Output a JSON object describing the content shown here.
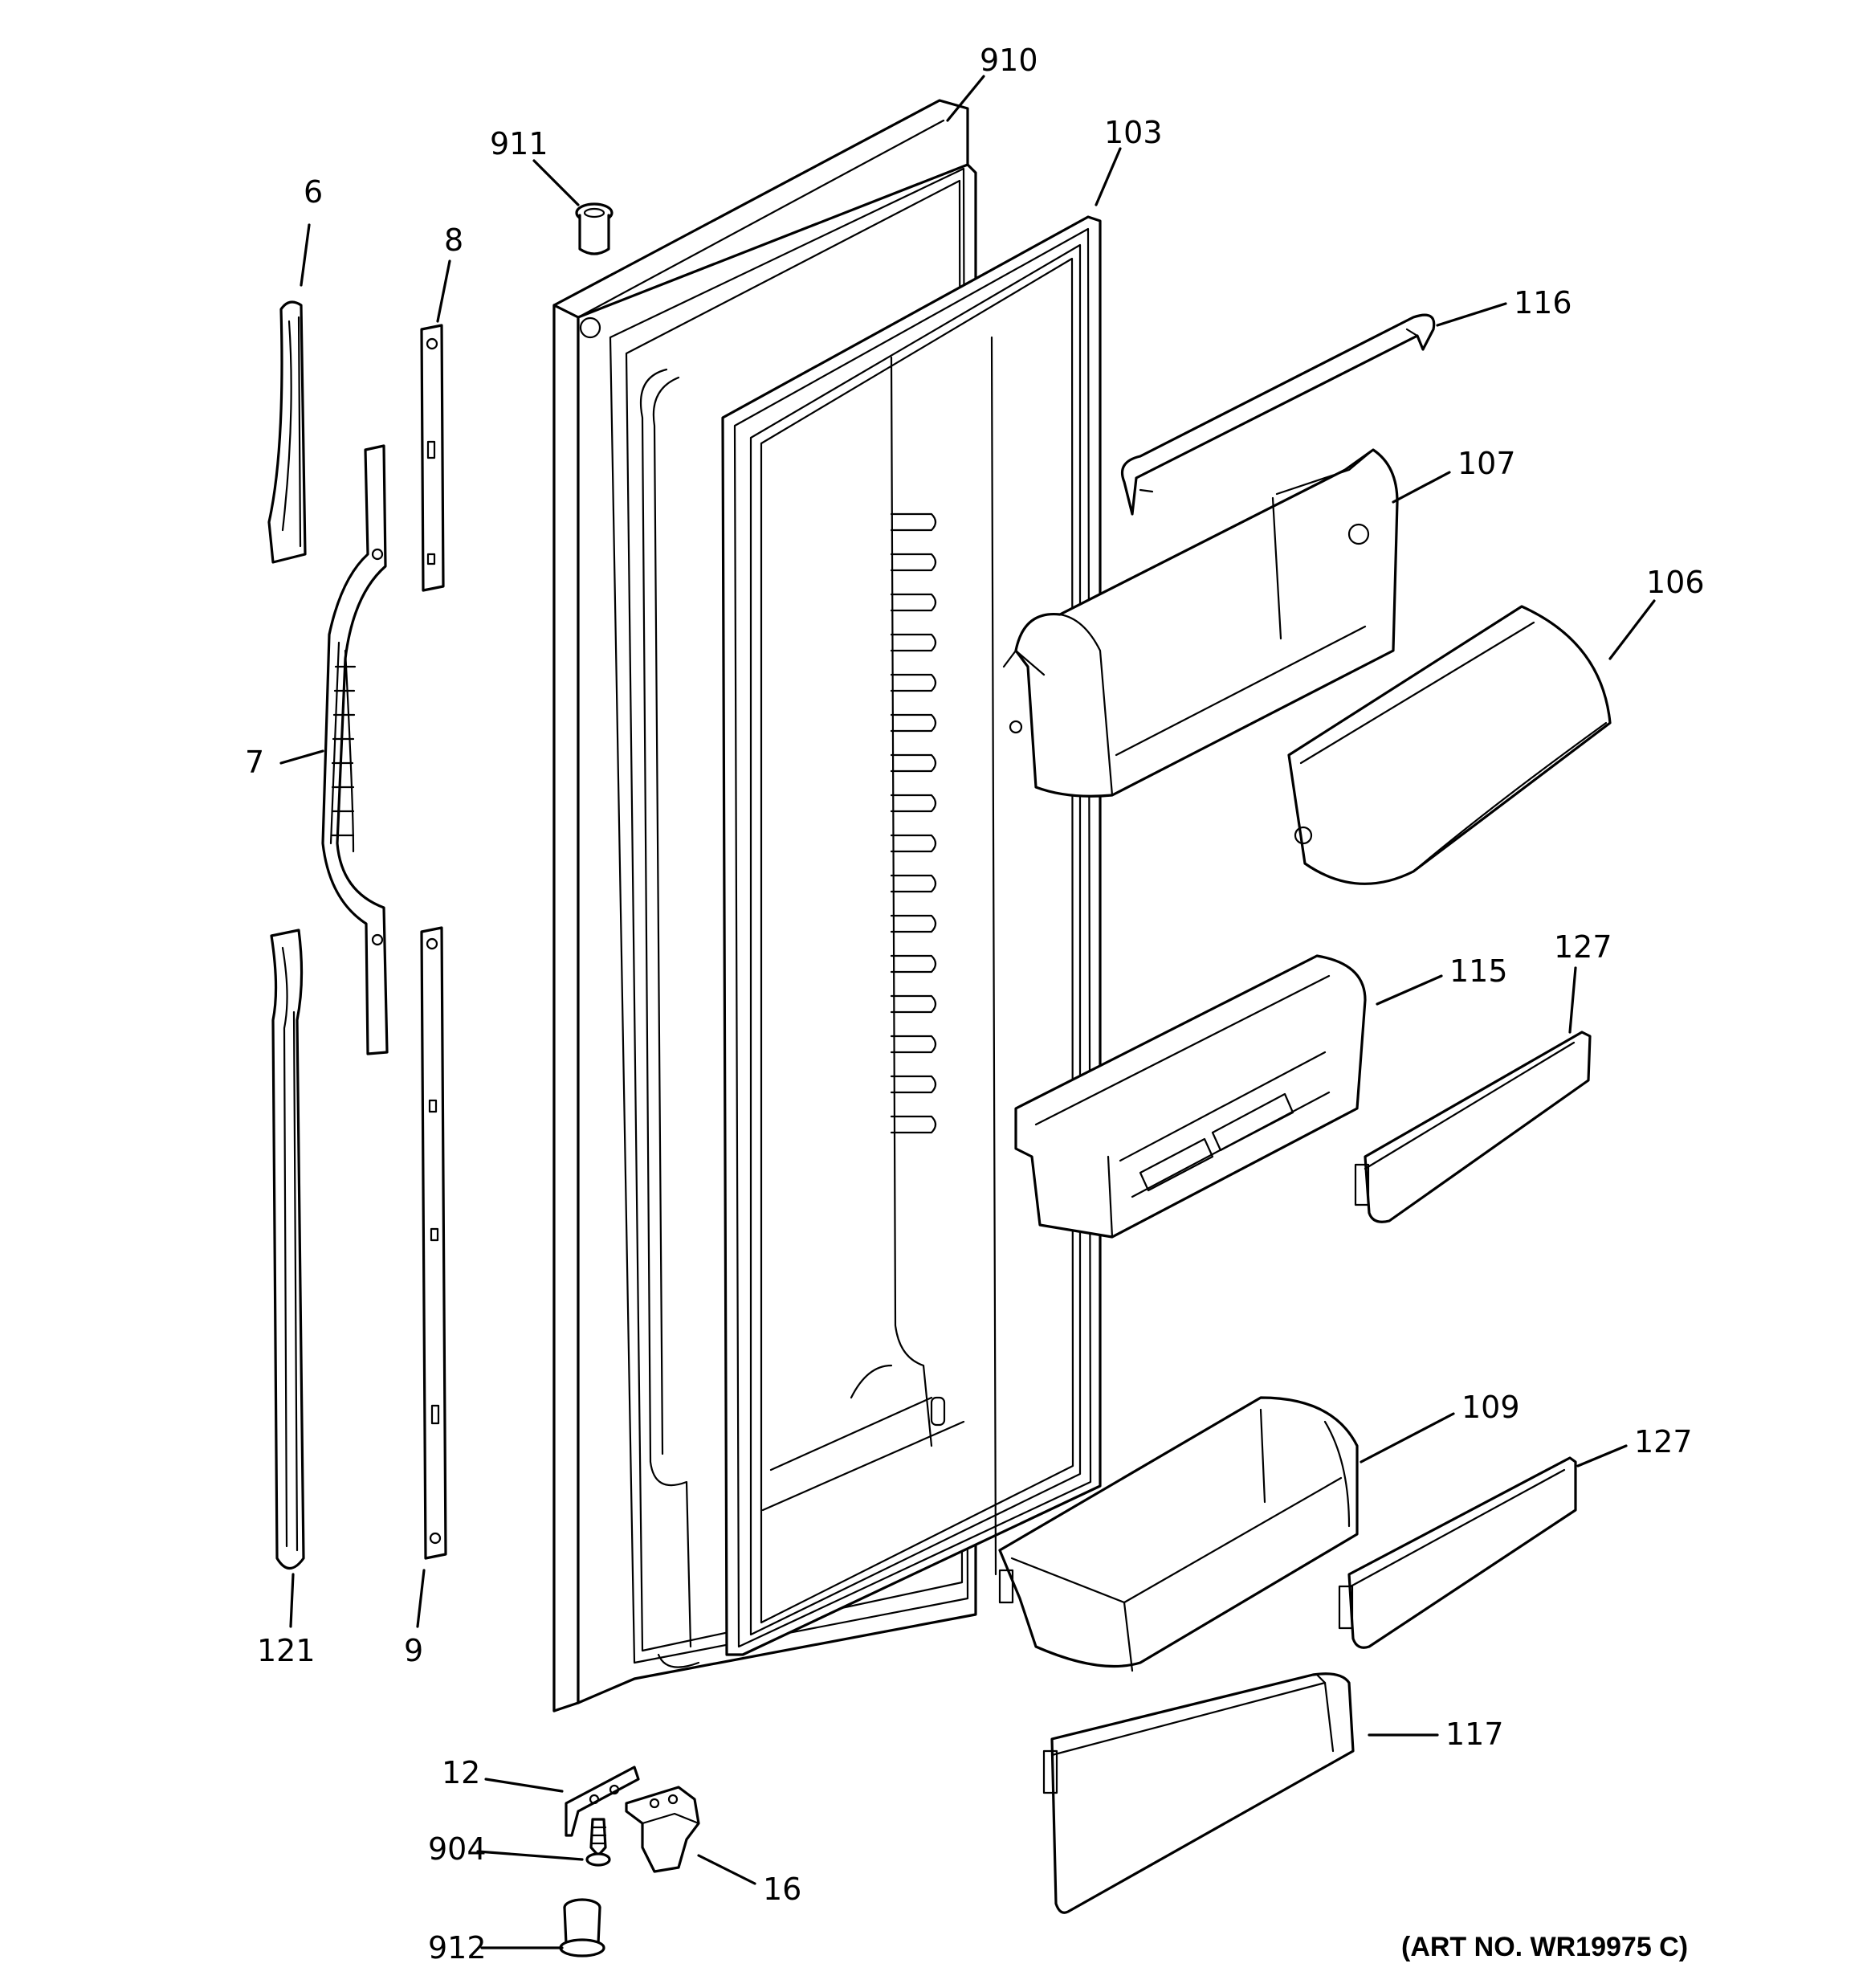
{
  "callouts": {
    "p910": "910",
    "p911": "911",
    "p103": "103",
    "p6": "6",
    "p8": "8",
    "p116": "116",
    "p107": "107",
    "p106": "106",
    "p7": "7",
    "p115": "115",
    "p127a": "127",
    "p109": "109",
    "p127b": "127",
    "p121": "121",
    "p9": "9",
    "p117": "117",
    "p12": "12",
    "p904": "904",
    "p16": "16",
    "p912": "912"
  },
  "art_number": "(ART NO. WR19975 C)"
}
